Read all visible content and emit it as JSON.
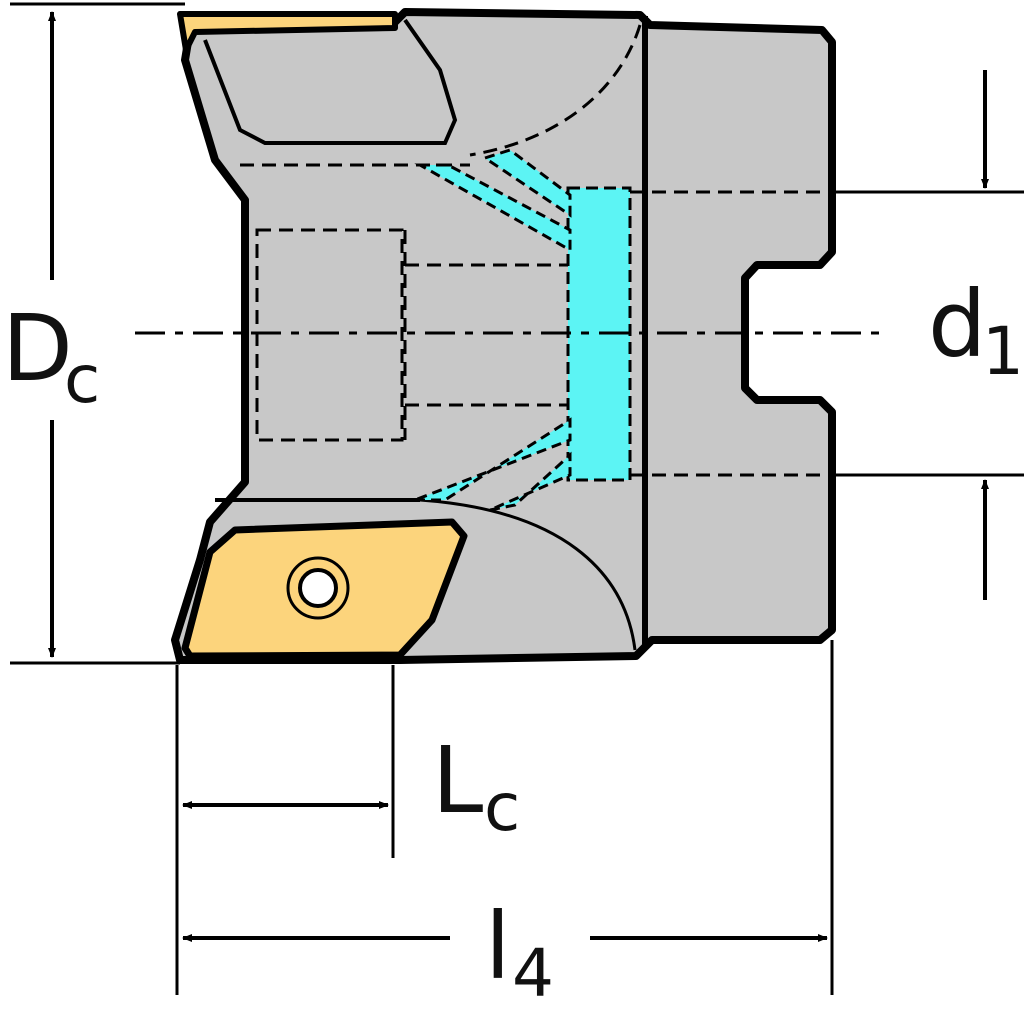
{
  "labels": {
    "dc_main": "D",
    "dc_sub": "c",
    "d1_main": "d",
    "d1_sub": "1",
    "lc_main": "L",
    "lc_sub": "c",
    "l4_main": "l",
    "l4_sub": "4"
  },
  "colors": {
    "body": "#c8c8c8",
    "insert": "#fcd47c",
    "coolant": "#5cf4f4",
    "outline": "#000000"
  }
}
